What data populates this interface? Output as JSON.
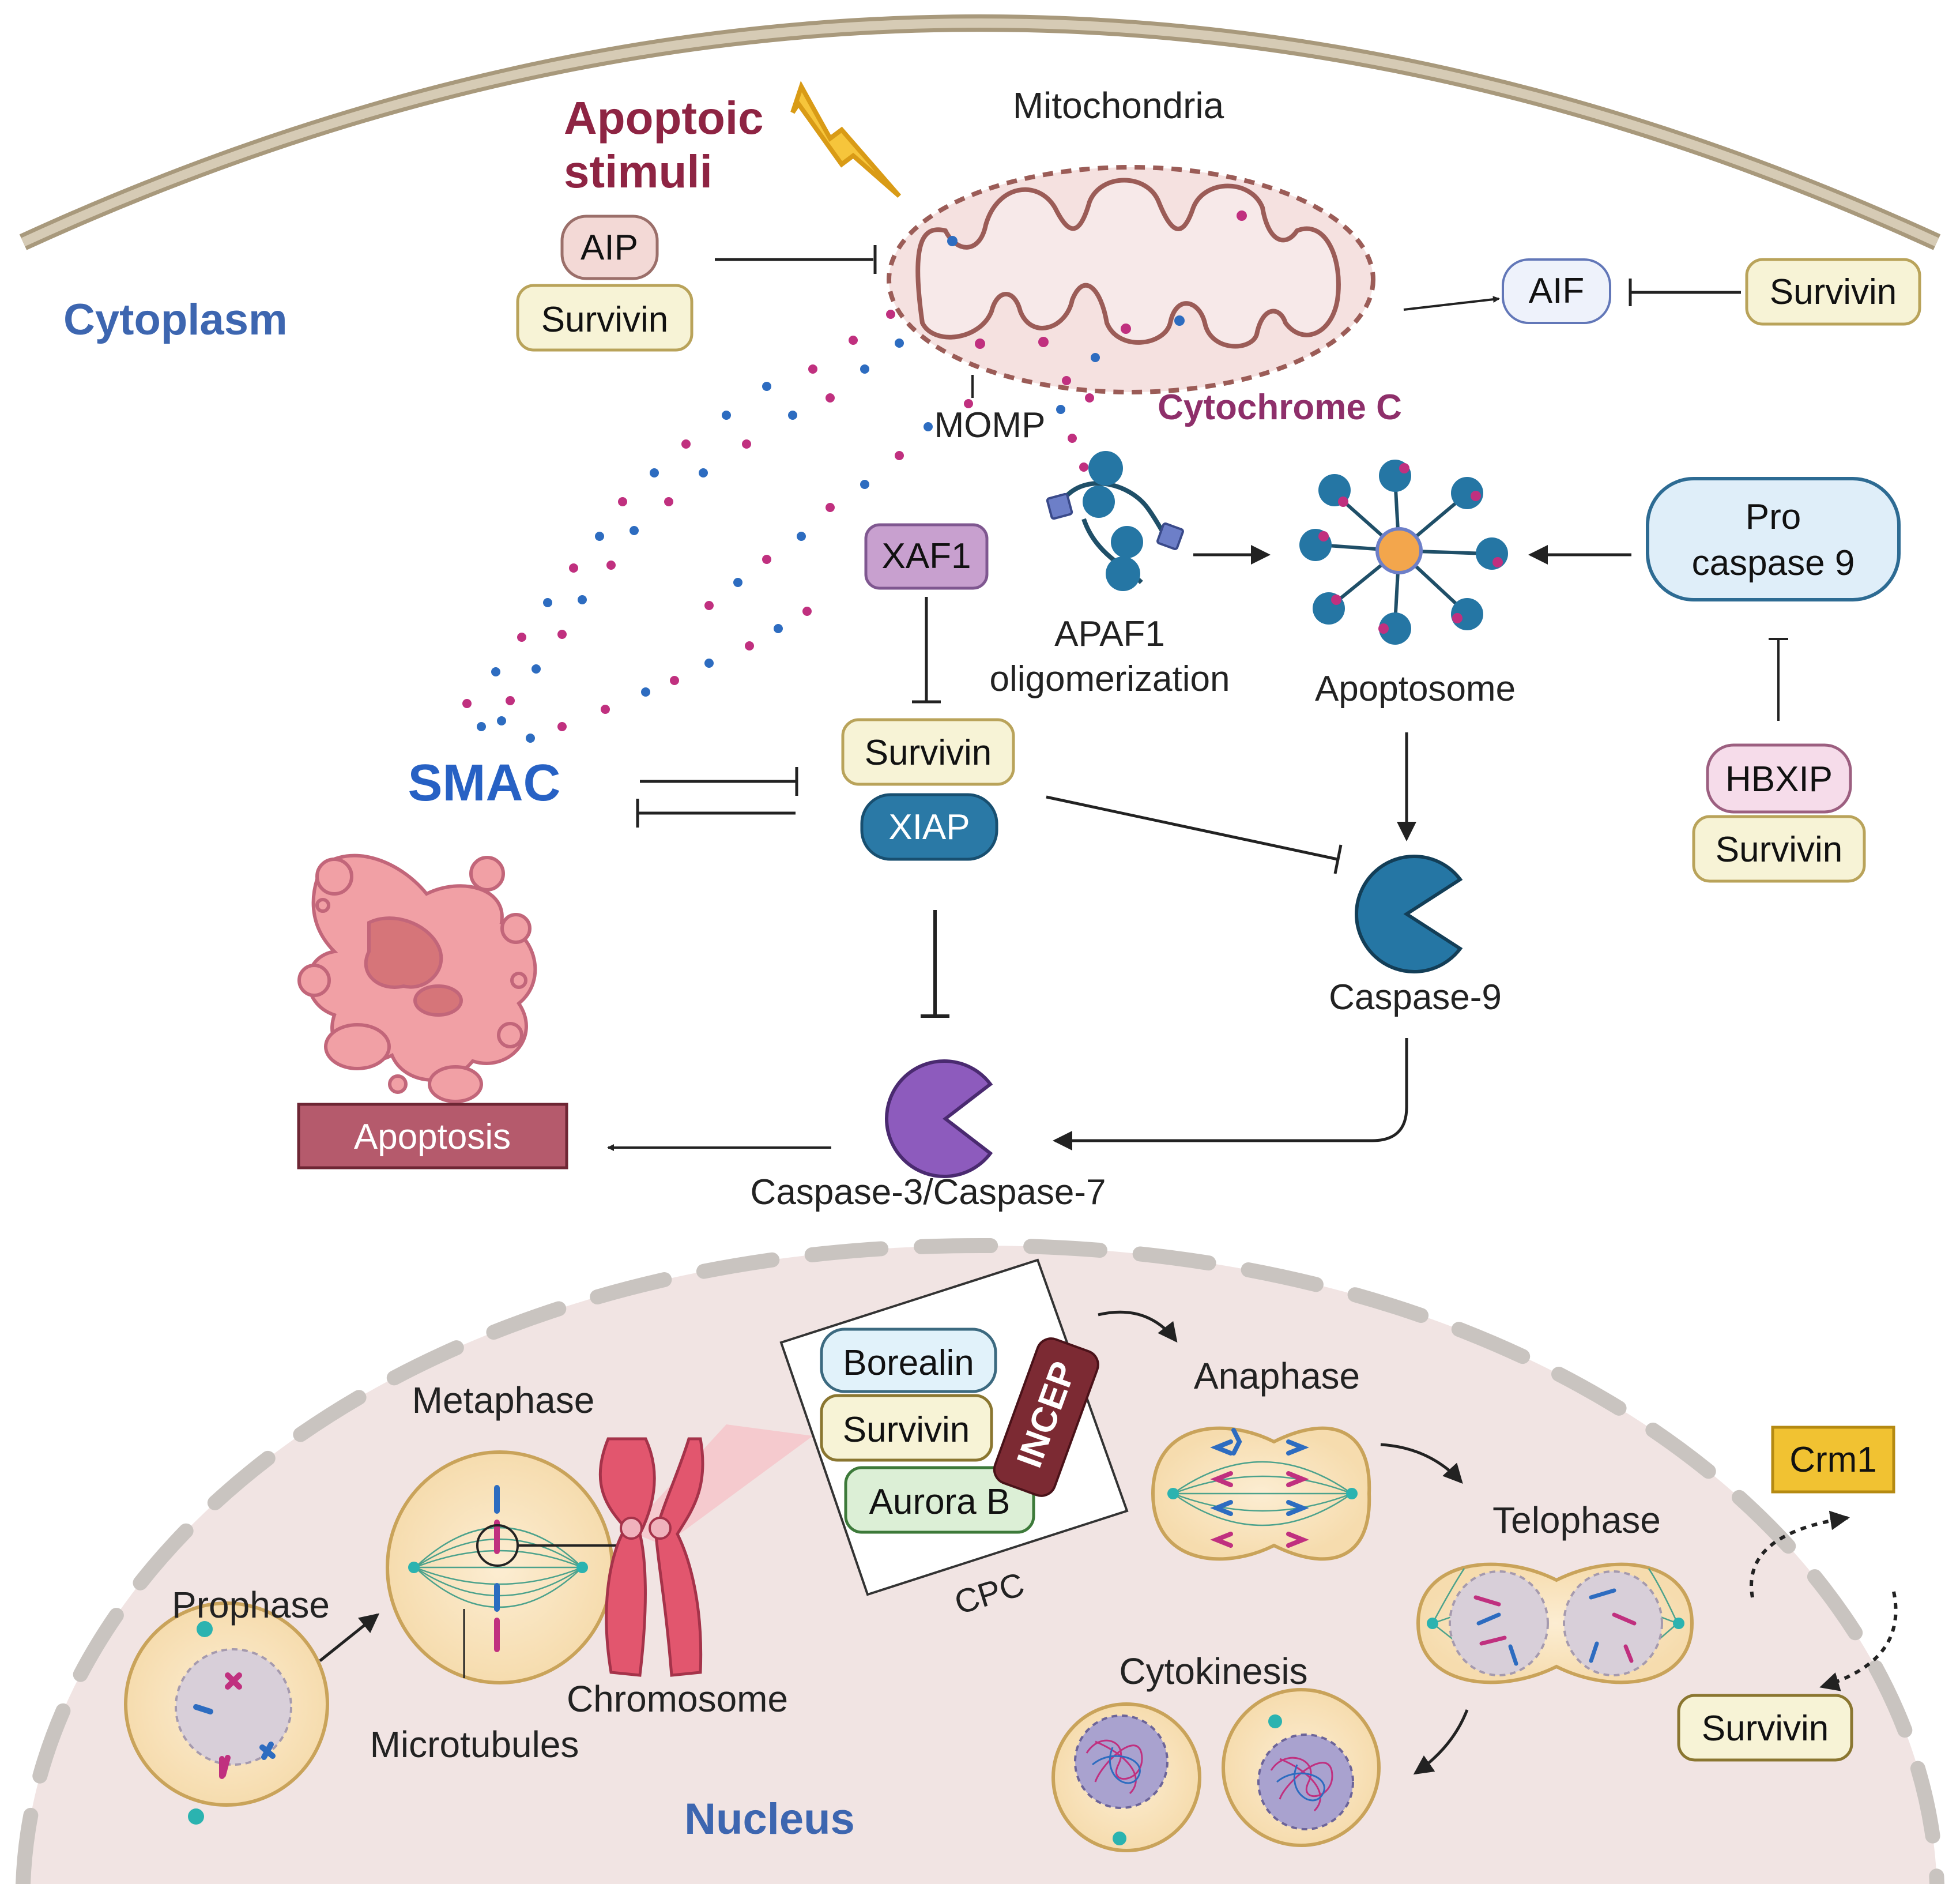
{
  "labels": {
    "cytoplasm": "Cytoplasm",
    "nucleus": "Nucleus",
    "apoptotic_stimuli_1": "Apoptoic",
    "apoptotic_stimuli_2": "stimuli",
    "mitochondria": "Mitochondria",
    "momp": "MOMP",
    "cytochrome_c": "Cytochrome C",
    "smac": "SMAC",
    "apaf1_1": "APAF1",
    "apaf1_2": "oligomerization",
    "apoptosome": "Apoptosome",
    "caspase9": "Caspase-9",
    "caspase37": "Caspase-3/Caspase-7",
    "apoptosis": "Apoptosis",
    "metaphase": "Metaphase",
    "prophase": "Prophase",
    "anaphase": "Anaphase",
    "telophase": "Telophase",
    "cytokinesis": "Cytokinesis",
    "chromosome": "Chromosome",
    "microtubules": "Microtubules",
    "cpc": "CPC"
  },
  "boxes": {
    "aip": "AIP",
    "survivin_aip": "Survivin",
    "aif": "AIF",
    "survivin_aif": "Survivin",
    "xaf1": "XAF1",
    "survivin_xiap": "Survivin",
    "xiap": "XIAP",
    "procaspase_1": "Pro",
    "procaspase_2": "caspase 9",
    "hbxip": "HBXIP",
    "survivin_hbxip": "Survivin",
    "borealin": "Borealin",
    "survivin_cpc": "Survivin",
    "aurora_b": "Aurora B",
    "incep": "INCEP",
    "crm1": "Crm1",
    "survivin_nuclear": "Survivin"
  },
  "colors": {
    "survivin_fill": "#f7f3d6",
    "survivin_stroke": "#b9a35a",
    "aip_fill": "#f3d9d6",
    "aif_fill": "#eef2fb",
    "xaf1_fill": "#c8a0cf",
    "xiap_fill": "#2a79a6",
    "hbxip_fill": "#f6dcea",
    "borealin_fill": "#e1f2fa",
    "aurora_fill": "#dcefd6",
    "incep_fill": "#7c2a33",
    "crm1_fill": "#f1c232",
    "apoptosis_fill": "#b55a6c",
    "caspase9_fill": "#2576a4",
    "caspase37_fill": "#8d5bbd",
    "title_red": "#8e2443",
    "label_blue": "#3d66b0",
    "smac_blue": "#2761c4",
    "cytochrome_purple": "#8e2f6a"
  }
}
